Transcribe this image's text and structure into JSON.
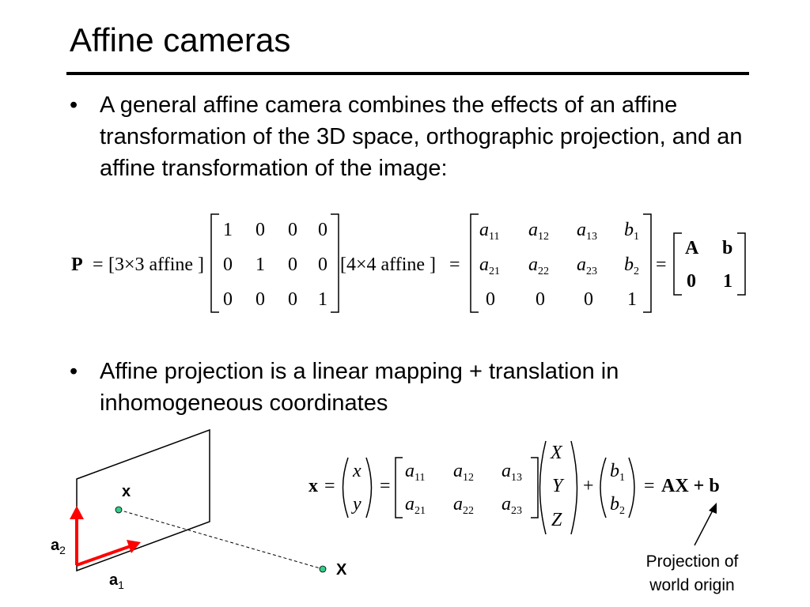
{
  "slide": {
    "title": "Affine cameras",
    "bullets": [
      "A general affine camera combines the effects of an affine transformation of the 3D space, orthographic projection, and an affine transformation of the image:",
      "Affine projection is a linear mapping + translation in inhomogeneous coordinates"
    ],
    "bullet_symbol": "•"
  },
  "equation1": {
    "lhs": "P",
    "equals": "=",
    "affine3": "[3×3 affine ]",
    "affine4": "[4×4 affine ]",
    "ortho_matrix": [
      [
        "1",
        "0",
        "0",
        "0"
      ],
      [
        "0",
        "1",
        "0",
        "0"
      ],
      [
        "0",
        "0",
        "0",
        "1"
      ]
    ],
    "camera_matrix": [
      [
        "a11",
        "a12",
        "a13",
        "b1"
      ],
      [
        "a21",
        "a22",
        "a23",
        "b2"
      ],
      [
        "0",
        "0",
        "0",
        "1"
      ]
    ],
    "block_matrix": [
      [
        "A",
        "b"
      ],
      [
        "0",
        "1"
      ]
    ]
  },
  "equation2": {
    "lhs": "x",
    "vec_xy": [
      "x",
      "y"
    ],
    "matrix_a": [
      [
        "a11",
        "a12",
        "a13"
      ],
      [
        "a21",
        "a22",
        "a23"
      ]
    ],
    "vec_XYZ": [
      "X",
      "Y",
      "Z"
    ],
    "plus": "+",
    "vec_b": [
      "b1",
      "b2"
    ],
    "rhs": "AX + b"
  },
  "diagram": {
    "image_point_label": "x",
    "world_point_label": "X",
    "axis_a1_label": "a1",
    "axis_a2_label": "a2",
    "arrow_color": "#ff0000",
    "point_color": "#33cc88"
  },
  "annotation": {
    "line1": "Projection of",
    "line2": "world origin"
  }
}
